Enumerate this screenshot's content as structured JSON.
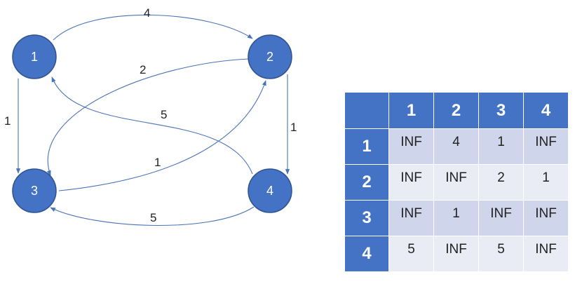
{
  "graph": {
    "nodes": [
      {
        "id": "1",
        "label": "1"
      },
      {
        "id": "2",
        "label": "2"
      },
      {
        "id": "3",
        "label": "3"
      },
      {
        "id": "4",
        "label": "4"
      }
    ],
    "edges": [
      {
        "from": "1",
        "to": "2",
        "weight": "4"
      },
      {
        "from": "1",
        "to": "3",
        "weight": "1"
      },
      {
        "from": "2",
        "to": "3",
        "weight": "2"
      },
      {
        "from": "2",
        "to": "4",
        "weight": "1"
      },
      {
        "from": "3",
        "to": "2",
        "weight": "1"
      },
      {
        "from": "4",
        "to": "1",
        "weight": "5"
      },
      {
        "from": "4",
        "to": "3",
        "weight": "5"
      }
    ]
  },
  "matrix": {
    "col_headers": [
      "1",
      "2",
      "3",
      "4"
    ],
    "rows": [
      {
        "header": "1",
        "cells": [
          "INF",
          "4",
          "1",
          "INF"
        ]
      },
      {
        "header": "2",
        "cells": [
          "INF",
          "INF",
          "2",
          "1"
        ]
      },
      {
        "header": "3",
        "cells": [
          "INF",
          "1",
          "INF",
          "INF"
        ]
      },
      {
        "header": "4",
        "cells": [
          "5",
          "INF",
          "5",
          "INF"
        ]
      }
    ]
  },
  "colors": {
    "node_fill": "#4472c4",
    "edge": "#4a72b8",
    "header_fill": "#4472c4",
    "row_odd": "#cfd5ea",
    "row_even": "#e9ebf5"
  }
}
